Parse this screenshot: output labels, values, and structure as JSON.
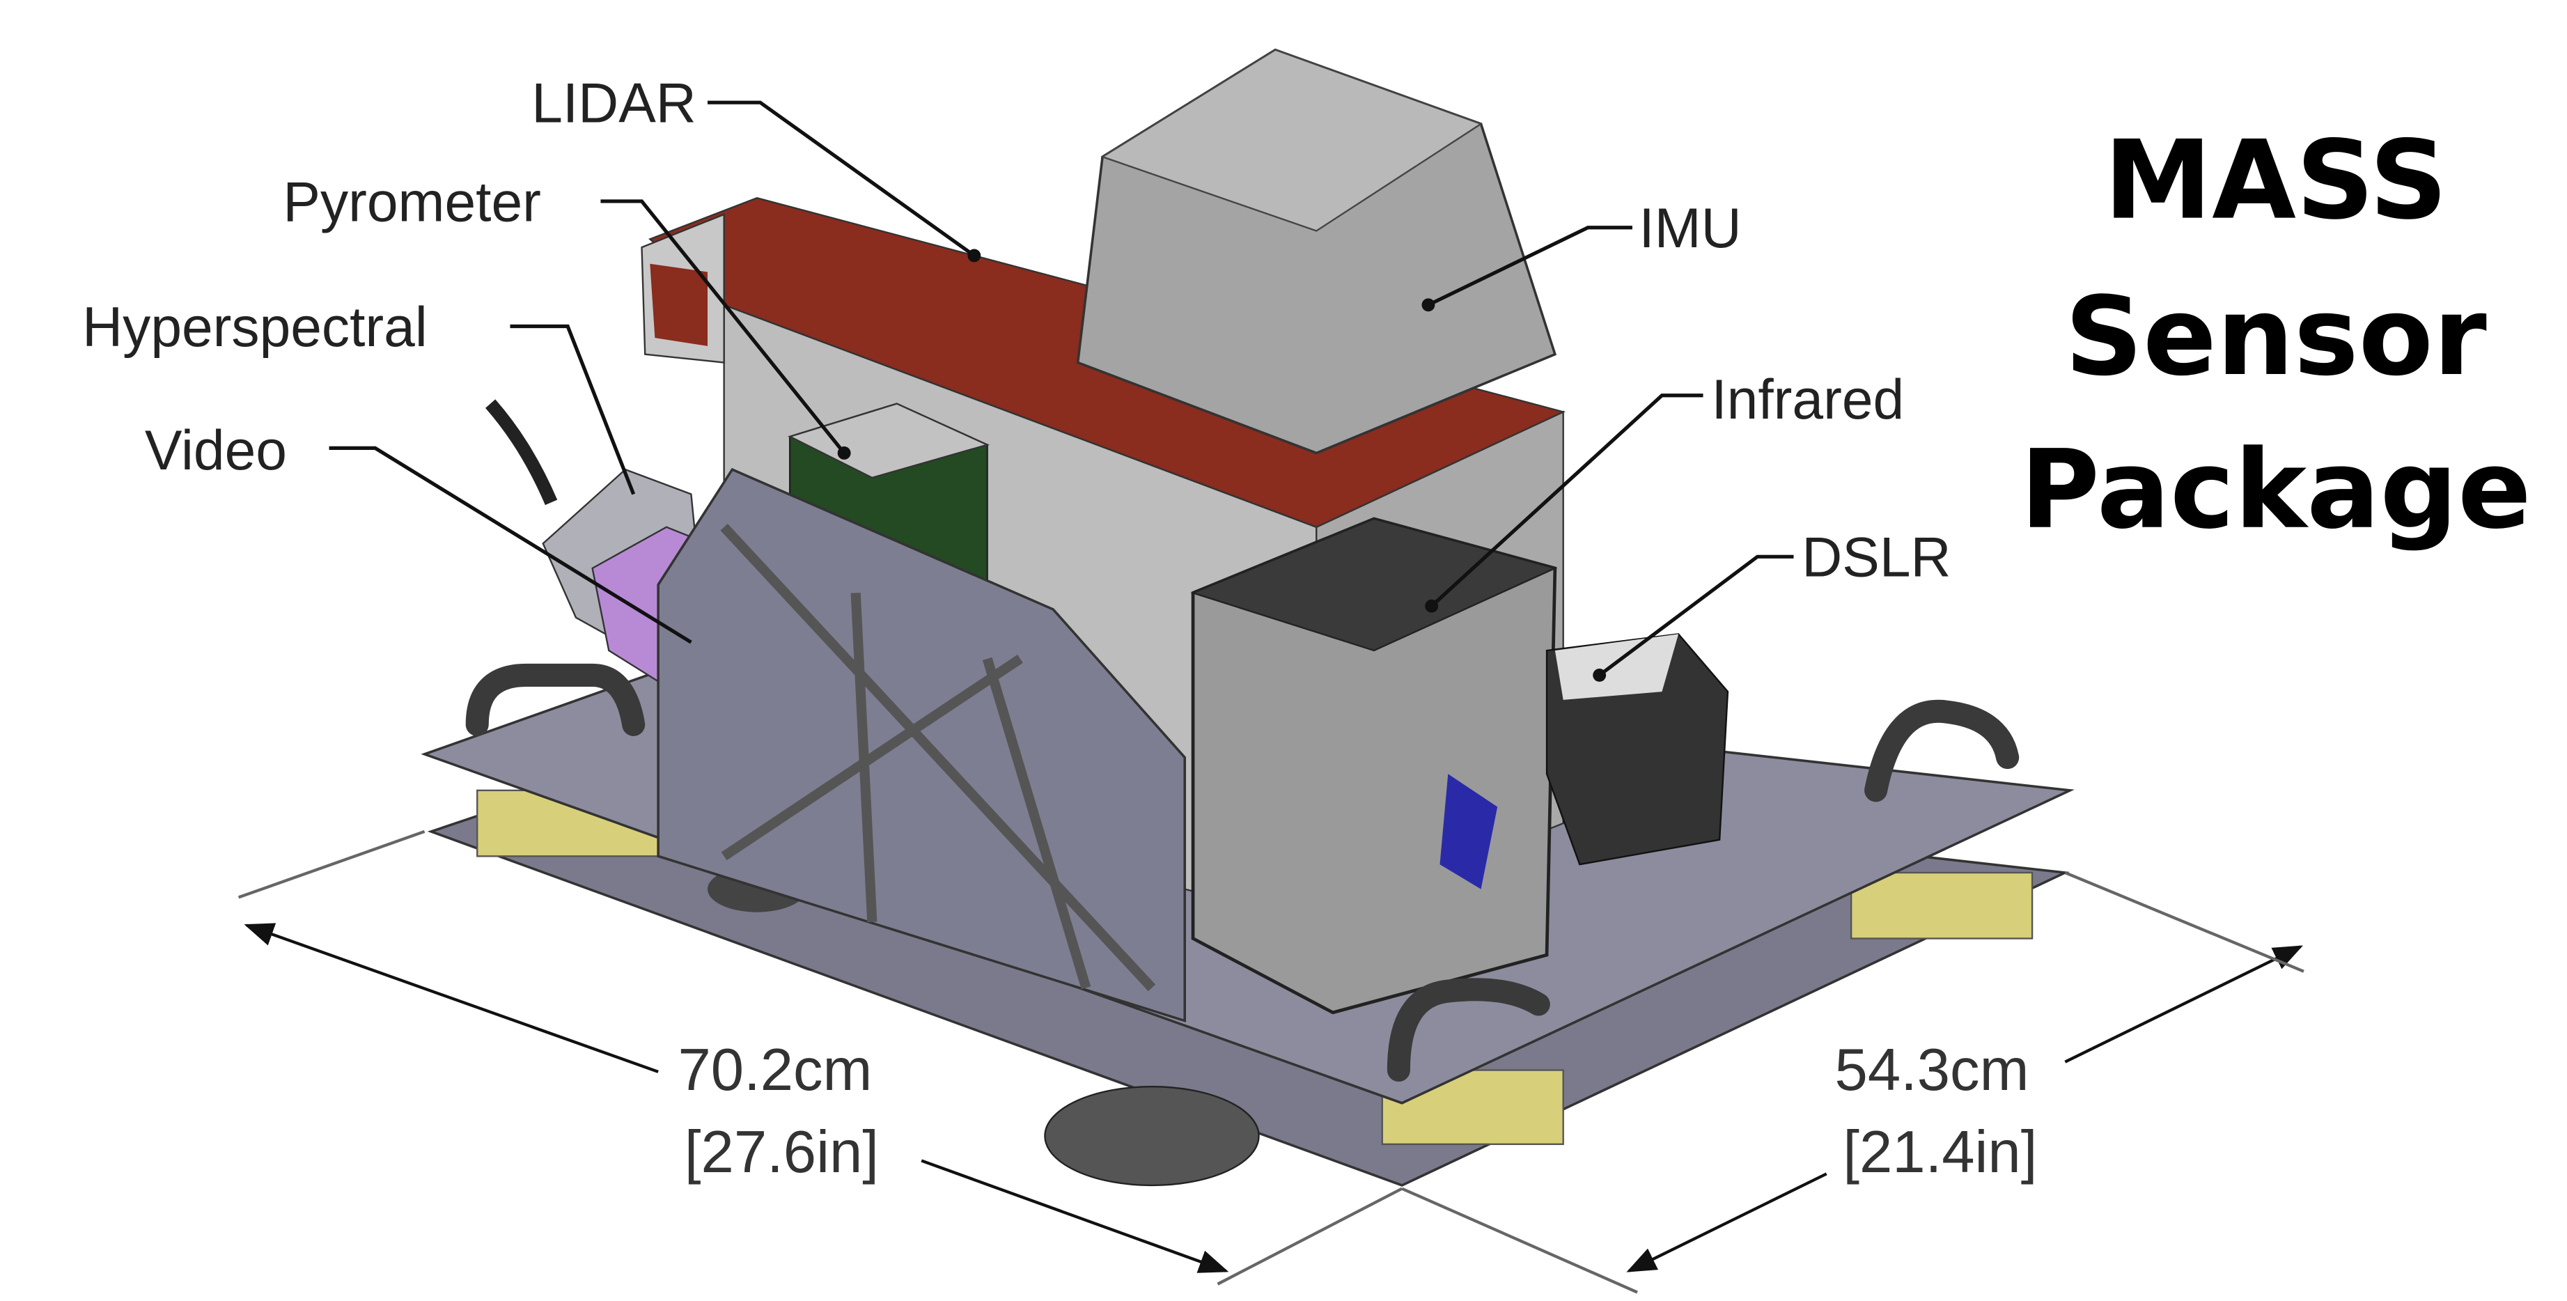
{
  "title": {
    "line1": "MASS",
    "line2": "Sensor",
    "line3": "Package"
  },
  "labels": {
    "lidar": "LIDAR",
    "pyrometer": "Pyrometer",
    "hyperspectral": "Hyperspectral",
    "video": "Video",
    "imu": "IMU",
    "infrared": "Infrared",
    "dslr": "DSLR"
  },
  "dimensions": {
    "length_metric": "70.2cm",
    "length_imperial": "[27.6in]",
    "width_metric": "54.3cm",
    "width_imperial": "[21.4in]"
  },
  "colors": {
    "lidar": "#8a2c1e",
    "frame": "#7e7e92",
    "plate": "#8a8a9c",
    "imu": "#a4a4a4",
    "flir_logo": "#2a2aa8"
  }
}
